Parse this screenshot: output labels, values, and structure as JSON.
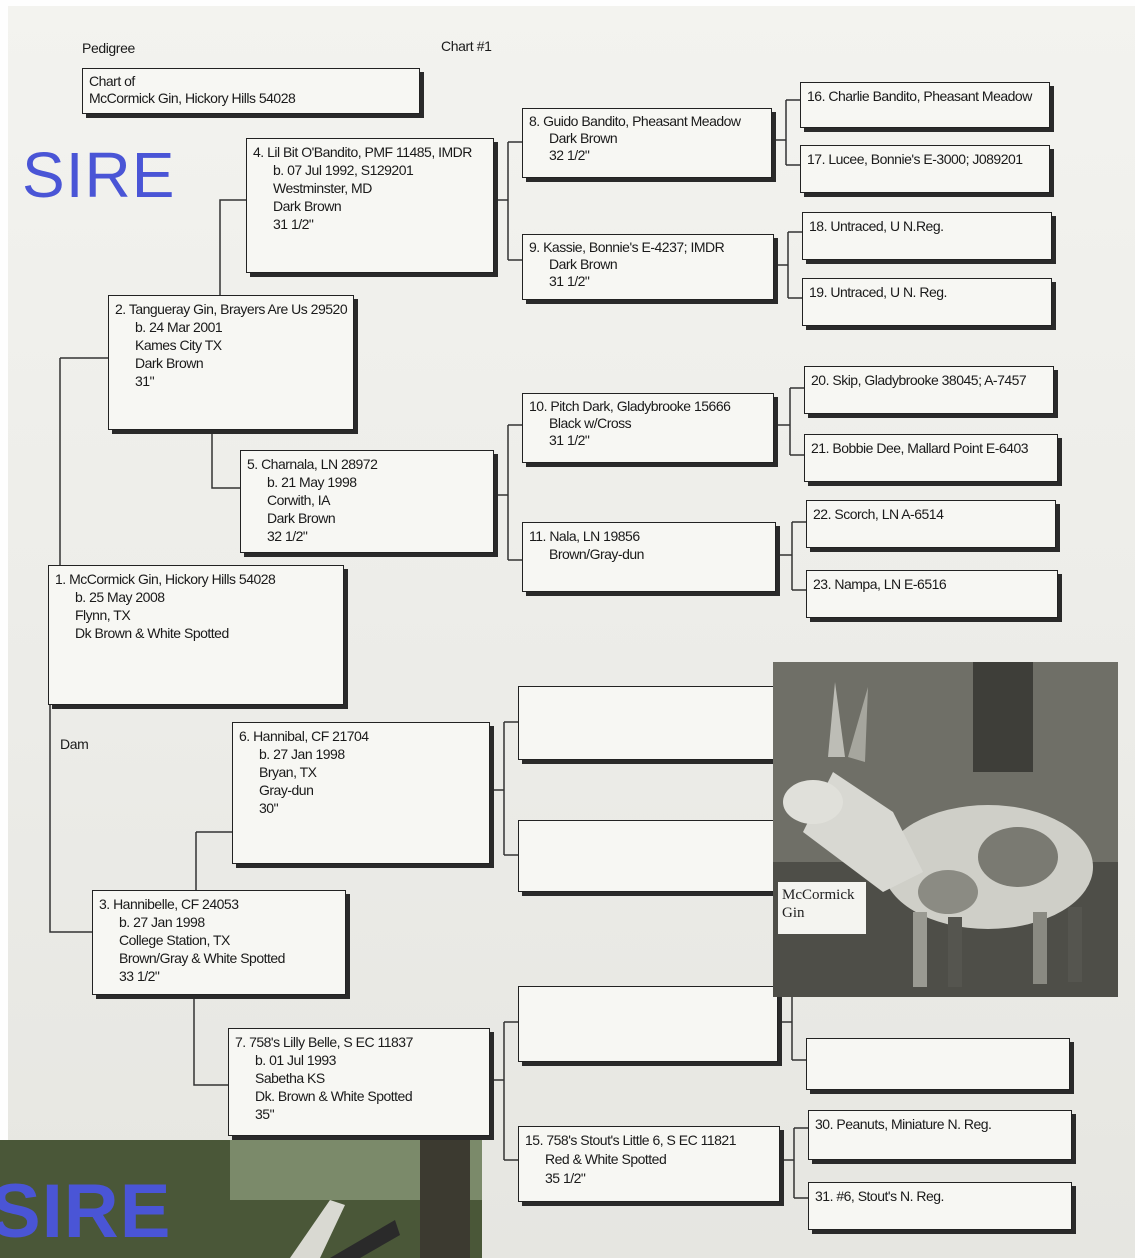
{
  "header": {
    "pedigree_label": "Pedigree",
    "chart_number": "Chart #1",
    "chart_of_label": "Chart of",
    "chart_of_name": "McCormick Gin, Hickory Hills 54028"
  },
  "sire_label": "SIRE",
  "dam_label": "Dam",
  "photo_caption": "McCormick Gin",
  "thumbnail_text": "SIRE",
  "entries": {
    "e1": [
      "1. McCormick Gin, Hickory Hills 54028",
      "b. 25 May 2008",
      "Flynn, TX",
      "Dk Brown & White Spotted"
    ],
    "e2": [
      "2. Tangueray Gin, Brayers Are Us 29520",
      "b. 24 Mar 2001",
      "Kames City TX",
      "Dark Brown",
      "31\""
    ],
    "e3": [
      "3. Hannibelle, CF 24053",
      "b. 27 Jan 1998",
      "College Station, TX",
      "Brown/Gray & White Spotted",
      "33 1/2\""
    ],
    "e4": [
      "4. Lil Bit O'Bandito, PMF 11485, IMDR",
      "b. 07 Jul 1992, S129201",
      "Westminster, MD",
      "Dark Brown",
      "31 1/2\""
    ],
    "e5": [
      "5. Charnala, LN 28972",
      "b. 21 May 1998",
      "Corwith, IA",
      "Dark Brown",
      "32 1/2\""
    ],
    "e6": [
      "6. Hannibal, CF 21704",
      "b. 27 Jan 1998",
      "Bryan, TX",
      "Gray-dun",
      "30\""
    ],
    "e7": [
      "7. 758's Lilly Belle, S EC 11837",
      "b. 01 Jul 1993",
      "Sabetha KS",
      "Dk. Brown & White Spotted",
      "35\""
    ],
    "e8": [
      "8. Guido Bandito, Pheasant Meadow",
      "Dark Brown",
      "32 1/2\""
    ],
    "e9": [
      "9. Kassie, Bonnie's E-4237; IMDR",
      "Dark Brown",
      "31 1/2\""
    ],
    "e10": [
      "10. Pitch Dark, Gladybrooke 15666",
      "Black w/Cross",
      "31 1/2\""
    ],
    "e11": [
      "11. Nala, LN 19856",
      "Brown/Gray-dun"
    ],
    "e15": [
      "15. 758's Stout's Little 6, S EC 11821",
      "Red & White Spotted",
      "35 1/2\""
    ],
    "e16": [
      "16. Charlie Bandito, Pheasant Meadow"
    ],
    "e17": [
      "17. Lucee, Bonnie's E-3000; J089201"
    ],
    "e18": [
      "18. Untraced, U N.Reg."
    ],
    "e19": [
      "19. Untraced, U N. Reg."
    ],
    "e20": [
      "20. Skip, Gladybrooke 38045; A-7457"
    ],
    "e21": [
      "21. Bobbie Dee, Mallard Point E-6403"
    ],
    "e22": [
      "22. Scorch, LN A-6514"
    ],
    "e23": [
      "23. Nampa, LN E-6516"
    ],
    "e30": [
      "30. Peanuts, Miniature N. Reg."
    ],
    "e31": [
      "31. #6, Stout's N. Reg."
    ]
  }
}
